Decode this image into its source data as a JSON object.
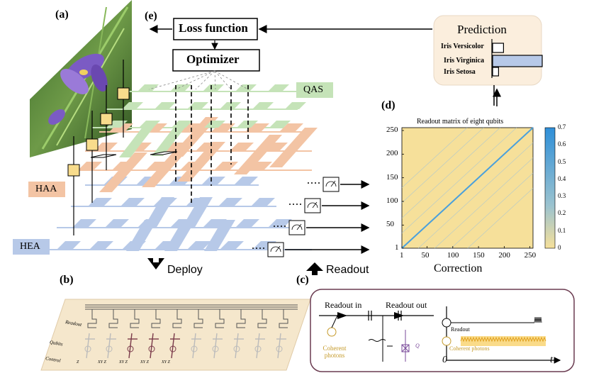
{
  "panels": {
    "a": "(a)",
    "b": "(b)",
    "c": "(c)",
    "d": "(d)",
    "e": "(e)"
  },
  "boxes": {
    "loss": "Loss function",
    "optimizer": "Optimizer"
  },
  "prediction": {
    "title": "Prediction",
    "classes": [
      {
        "label": "Iris Versicolor",
        "value": 0.22
      },
      {
        "label": "Iris Virginica",
        "value": 1.0
      },
      {
        "label": "Iris Setosa",
        "value": 0.12
      }
    ],
    "highlight_color": "#b7c9e8"
  },
  "ansatz": {
    "qas": "QAS",
    "haa": "HAA",
    "hea": "HEA"
  },
  "layer_colors": {
    "qas": "#c5e3b8",
    "haa": "#f3c4a4",
    "hea": "#b7c9e8",
    "gate": "#f8dc8c"
  },
  "deploy": "Deploy",
  "readout": "Readout",
  "measure_symbol": "M",
  "chart_data": {
    "type": "heatmap",
    "title": "Readout matrix of eight qubits",
    "xlabel": "Correction",
    "ylabel": "",
    "xticks": [
      1,
      50,
      100,
      150,
      200,
      250
    ],
    "yticks": [
      1,
      50,
      100,
      150,
      200,
      250
    ],
    "xlim": [
      1,
      256
    ],
    "ylim": [
      1,
      256
    ],
    "colorbar": {
      "min": 0,
      "max": 0.7,
      "ticks": [
        0,
        0.1,
        0.2,
        0.3,
        0.4,
        0.5,
        0.6,
        0.7
      ],
      "low_color": "#f6e09a",
      "high_color": "#2f8fd8"
    },
    "description_values": {
      "diagonal": 0.7,
      "off_diagonal": 0.02
    }
  },
  "chip": {
    "readout": "Readout",
    "qubits": "Qubits",
    "control": "Control",
    "gates": [
      "Z",
      "XY Z",
      "XY Z",
      "XY Z",
      "XY Z"
    ]
  },
  "circuit": {
    "readout_in": "Readout in",
    "readout_out": "Readout out",
    "source": "Coherent photons",
    "trace_readout": "Readout",
    "trace_photons": "Coherent photons",
    "t0": "0",
    "t1": "t",
    "q_symbol": "Q"
  }
}
